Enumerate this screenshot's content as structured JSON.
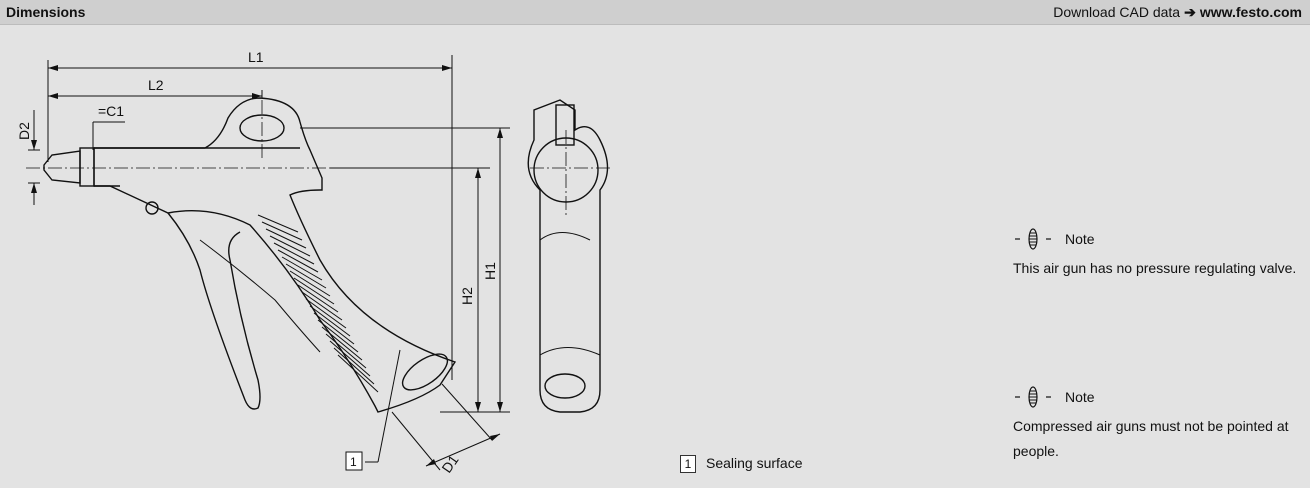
{
  "header": {
    "title": "Dimensions",
    "download_text": "Download CAD data",
    "arrow_icon": "arrow-right-icon",
    "website": "www.festo.com"
  },
  "drawing": {
    "labels": {
      "L1": "L1",
      "L2": "L2",
      "D2": "D2",
      "C1": "=C1",
      "H1": "H1",
      "H2": "H2",
      "D1": "D1",
      "marker": "1"
    }
  },
  "legend": {
    "number": "1",
    "text": "Sealing surface"
  },
  "notes": [
    {
      "icon": "note-info-icon",
      "title": "Note",
      "text": "This air gun has no pressure regulating valve."
    },
    {
      "icon": "note-info-icon",
      "title": "Note",
      "text": "Compressed air guns must not be pointed at people."
    }
  ],
  "colors": {
    "background": "#e3e3e3",
    "header_background": "#cfcfcf",
    "line": "#111111"
  }
}
